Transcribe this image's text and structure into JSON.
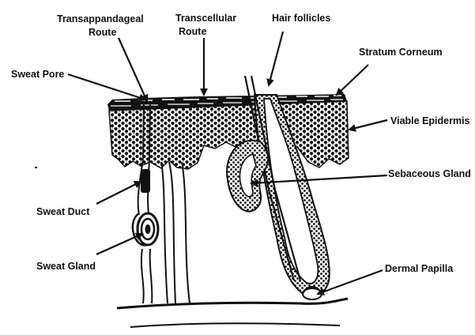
{
  "figure": {
    "labels": {
      "transappendageal_line1": "Transappandageal",
      "transappendageal_line2": "Route",
      "transcellular_line1": "Transcellular",
      "transcellular_line2": "Route",
      "hair_follicles": "Hair follicles",
      "stratum_corneum": "Stratum Corneum",
      "sweat_pore": "Sweat Pore",
      "viable_epidermis": "Viable Epidermis",
      "sebaceous_gland": "Sebaceous Gland",
      "sweat_duct": "Sweat Duct",
      "sweat_gland": "Sweat Gland",
      "dermal_papilla": "Dermal Papilla"
    },
    "colors": {
      "ink": "#111111",
      "background": "#ffffff"
    }
  }
}
